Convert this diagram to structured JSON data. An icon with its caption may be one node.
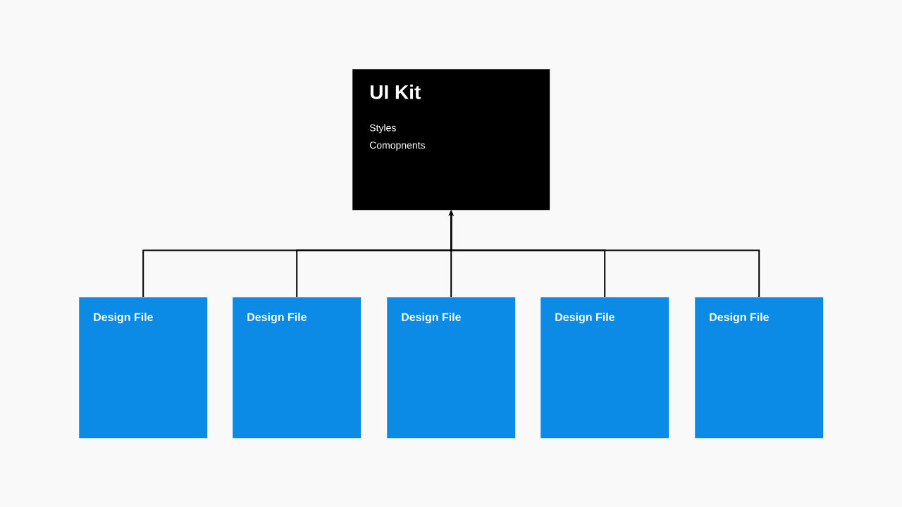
{
  "diagram": {
    "nodes": [
      {
        "text": [
          "UI Kit",
          "Styles",
          "Comopnents"
        ]
      },
      {
        "text": [
          "Design File"
        ]
      },
      {
        "text": [
          "Design File"
        ]
      },
      {
        "text": [
          "Design File"
        ]
      },
      {
        "text": [
          "Design File"
        ]
      },
      {
        "text": [
          "Design File"
        ]
      }
    ],
    "edges": [
      {
        "from": 1,
        "to": 0,
        "arrow": "to"
      },
      {
        "from": 2,
        "to": 0,
        "arrow": "to"
      },
      {
        "from": 3,
        "to": 0,
        "arrow": "to"
      },
      {
        "from": 4,
        "to": 0,
        "arrow": "to"
      },
      {
        "from": 5,
        "to": 0,
        "arrow": "to"
      }
    ]
  }
}
